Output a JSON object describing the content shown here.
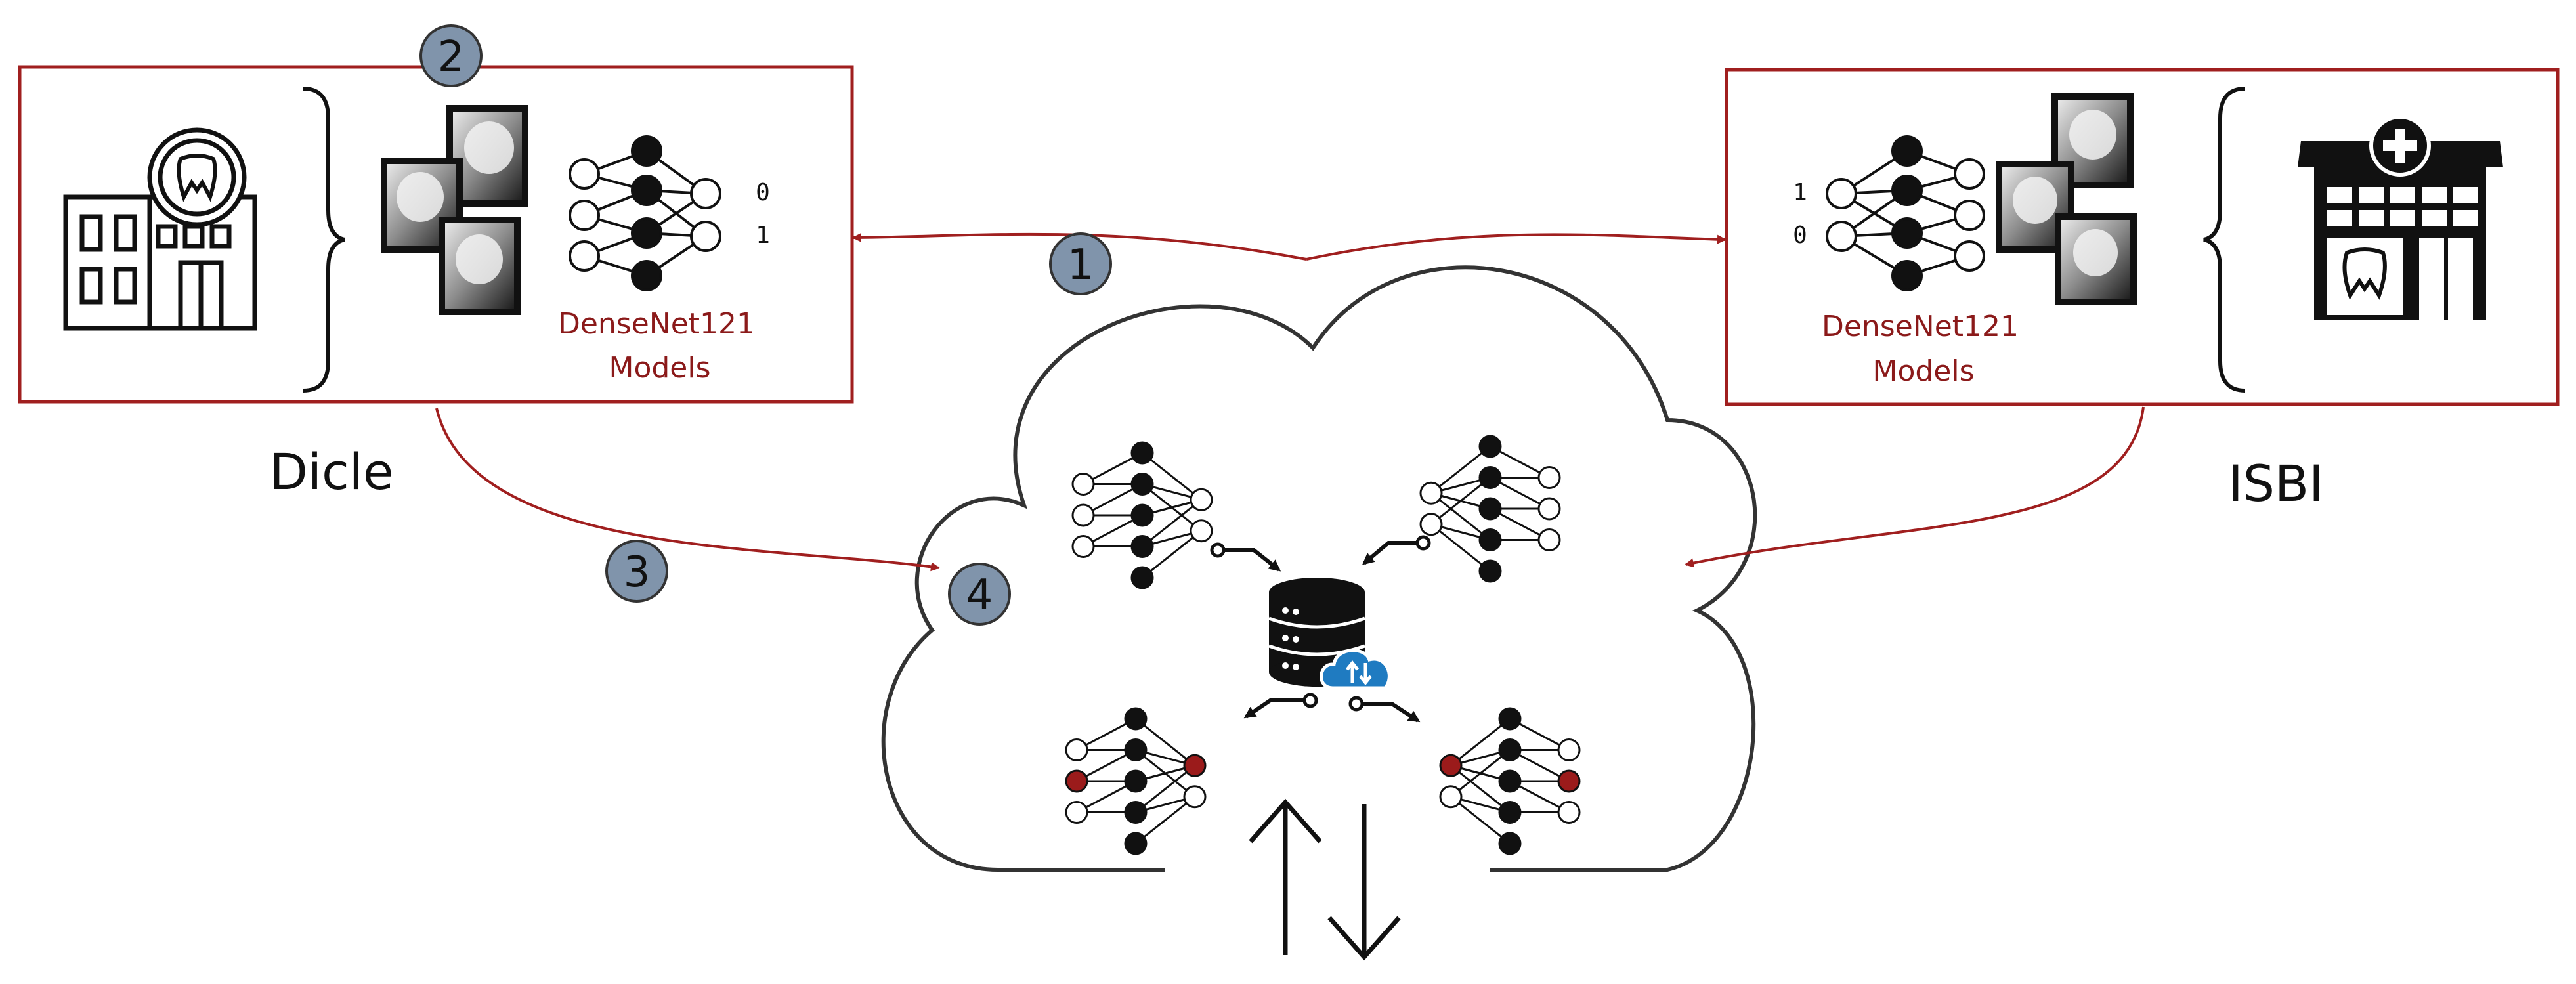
{
  "sites": {
    "left": {
      "name": "Dicle",
      "model_line1": "DenseNet121",
      "model_line2": "Models",
      "outputs": [
        "0",
        "1"
      ]
    },
    "right": {
      "name": "ISBI",
      "model_line1": "DenseNet121",
      "model_line2": "Models",
      "outputs": [
        "1",
        "0"
      ]
    }
  },
  "steps": [
    "1",
    "2",
    "3",
    "4"
  ],
  "colors": {
    "accent_red": "#a01f1f",
    "step_fill": "#8094ab",
    "highlight_node": "#9b1b1b",
    "cloud_blue": "#1f7bc1"
  },
  "icons": [
    "dental-hospital-icon",
    "clinic-icon",
    "xray-skull-icon",
    "neural-network-icon",
    "database-server-icon",
    "cloud-sync-icon"
  ]
}
